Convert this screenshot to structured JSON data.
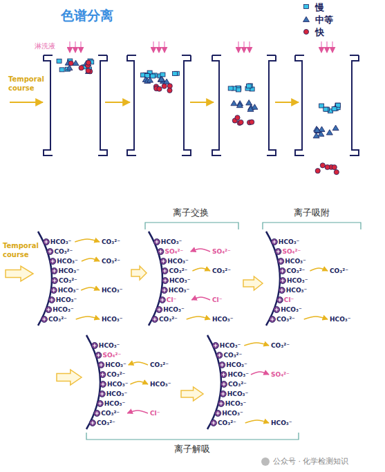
{
  "diagram": {
    "title": "色谱分离",
    "labels": [
      "淋洗液",
      "Temporal course",
      "Temporal course",
      "离子交换",
      "离子吸附",
      "离子解吸",
      "HCO₃⁻",
      "CO₃²⁻",
      "HCO₃⁻",
      "HCO₃⁻",
      "CO₃²⁻",
      "HCO₃⁻",
      "HCO₃⁻",
      "HCO₃⁻",
      "CO₃²⁻",
      "CO₃²⁻",
      "CO₃²⁻",
      "HCO₃⁻",
      "HCO₃⁻",
      "HCO₃⁻",
      "SO₄²⁻",
      "HCO₃⁻",
      "CO₃²⁻",
      "HCO₃⁻",
      "HCO₃⁻",
      "Cl⁻",
      "HCO₃⁻",
      "CO₃²⁻",
      "SO₄²⁻",
      "CO₃²⁻",
      "Cl⁻",
      "HCO₃⁻",
      "HCO₃⁻",
      "SO₄²⁻",
      "HCO₃⁻",
      "CO₃²⁻",
      "HCO₃⁻",
      "HCO₃⁻",
      "Cl⁻",
      "HCO₃⁻",
      "CO₃²⁻",
      "CO₃²⁻",
      "HCO₃⁻",
      "HCO₃⁻",
      "SO₄²⁻",
      "HCO₃⁻",
      "CO₃²⁻",
      "HCO₃⁻",
      "HCO₃⁻",
      "HCO₃⁻",
      "CO₃²⁻",
      "CO₃²⁻",
      "CO₃²⁻",
      "HCO₃⁻",
      "Cl⁻",
      "HCO₃⁻",
      "CO₃²⁻",
      "HCO₃⁻",
      "HCO₃⁻",
      "CO₃²⁻",
      "HCO₃⁻",
      "HCO₃⁻",
      "HCO₃⁻",
      "CO₃²⁻",
      "CO₃²⁻",
      "SO₄²⁻",
      "HCO₃⁻",
      "公众号 · 化学检测知识"
    ],
    "legend": [
      {
        "text": "慢"
      },
      {
        "text": "中等"
      },
      {
        "text": "快"
      }
    ]
  }
}
